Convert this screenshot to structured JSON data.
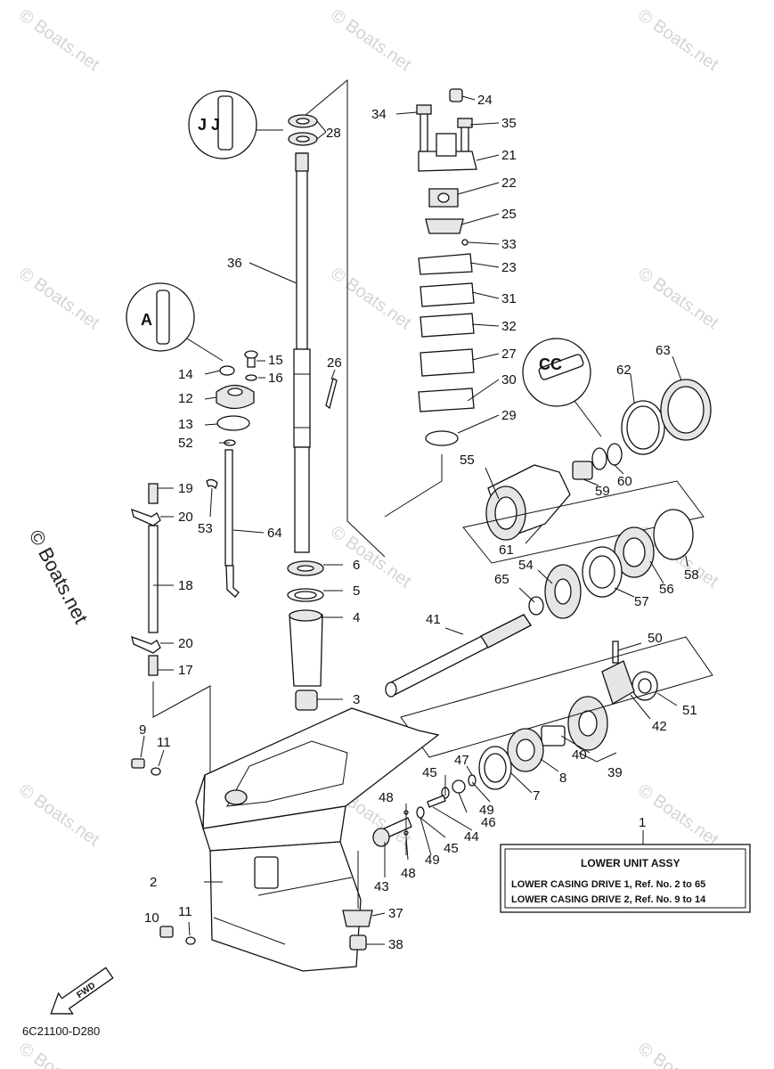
{
  "watermark": "© Boats.net",
  "diagram_code": "6C21100-D280",
  "fwd_label": "FWD",
  "inset_badges": [
    "J J",
    "A",
    "CC"
  ],
  "info_box": {
    "ref": "1",
    "title": "LOWER UNIT ASSY",
    "line1": "LOWER CASING DRIVE 1, Ref. No. 2 to 65",
    "line2": "LOWER CASING DRIVE 2, Ref. No. 9 to 14"
  },
  "callouts": [
    "2",
    "3",
    "4",
    "5",
    "6",
    "7",
    "8",
    "9",
    "10",
    "11",
    "11",
    "12",
    "13",
    "14",
    "15",
    "16",
    "17",
    "18",
    "19",
    "20",
    "20",
    "21",
    "22",
    "23",
    "24",
    "25",
    "26",
    "27",
    "28",
    "29",
    "30",
    "31",
    "32",
    "33",
    "34",
    "35",
    "36",
    "37",
    "38",
    "39",
    "40",
    "41",
    "42",
    "43",
    "44",
    "45",
    "45",
    "46",
    "47",
    "48",
    "48",
    "49",
    "49",
    "50",
    "51",
    "52",
    "53",
    "54",
    "55",
    "56",
    "57",
    "58",
    "59",
    "60",
    "61",
    "62",
    "63",
    "64",
    "65"
  ]
}
